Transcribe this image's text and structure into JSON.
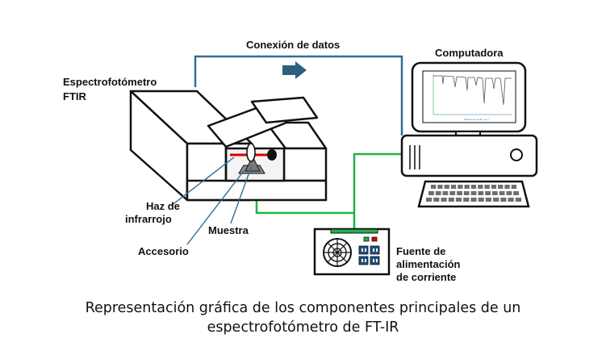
{
  "labels": {
    "data_connection": "Conexión de datos",
    "computer": "Computadora",
    "spectro_line1": "Espectrofotómetro",
    "spectro_line2": "FTIR",
    "ir_beam_line1": "Haz de",
    "ir_beam_line2": "infrarrojo",
    "sample": "Muestra",
    "accessory": "Accesorio",
    "power_line1": "Fuente de",
    "power_line2": "alimentación",
    "power_line3": "de corriente",
    "screen_xaxis": "Número de onda / cm⁻¹"
  },
  "caption": {
    "line1": "Representación gráfica de los componentes principales de un",
    "line2": "espectrofotómetro de FT-IR"
  },
  "colors": {
    "data_line": "#2f6e96",
    "power_line": "#22b14c",
    "arrow": "#2f5f7f",
    "ir_beam": "#e00000",
    "sample": "#7a7a7a",
    "outline": "#111111"
  }
}
